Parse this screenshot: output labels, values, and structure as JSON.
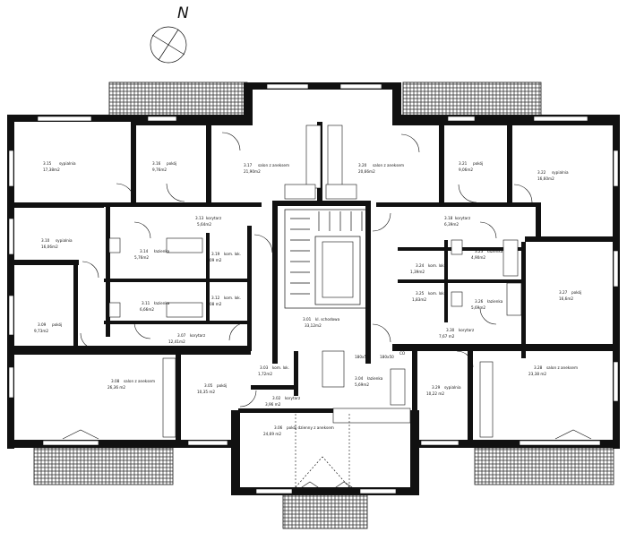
{
  "compass": {
    "north_label": "N"
  },
  "rooms": [
    {
      "id": "r315",
      "code": "3.15",
      "name": "sypialnia",
      "area": "17,38m2"
    },
    {
      "id": "r316a",
      "code": "3.16",
      "name": "pokój",
      "area": "9,76m2"
    },
    {
      "id": "r317a",
      "code": "3.17",
      "name": "salon z aneksem",
      "area": "21,90m2"
    },
    {
      "id": "r320",
      "code": "3.20",
      "name": "salon z aneksem",
      "area": "20,66m2"
    },
    {
      "id": "r321",
      "code": "3.21",
      "name": "pokój",
      "area": "9,06m2"
    },
    {
      "id": "r322",
      "code": "3.22",
      "name": "sypialnia",
      "area": "16,60m2"
    },
    {
      "id": "r310",
      "code": "3.10",
      "name": "sypialnia",
      "area": "16,06m2"
    },
    {
      "id": "r313",
      "code": "3.13",
      "name": "korytarz",
      "area": "5,64m2"
    },
    {
      "id": "r314",
      "code": "3.14",
      "name": "łazienka",
      "area": "5,76m2"
    },
    {
      "id": "r318",
      "code": "3.18",
      "name": "korytarz",
      "area": "6,39m2"
    },
    {
      "id": "r319",
      "code": "3.19",
      "name": "kom. lok.",
      "area": "2,09 m2"
    },
    {
      "id": "r324",
      "code": "3.24",
      "name": "kom. lok.",
      "area": "1,39m2"
    },
    {
      "id": "r323",
      "code": "3.23",
      "name": "łazienka",
      "area": "4,90m2"
    },
    {
      "id": "r309",
      "code": "3.09",
      "name": "pokój",
      "area": "9,73m2"
    },
    {
      "id": "r311",
      "code": "3.11",
      "name": "łazienka",
      "area": "6,66m2"
    },
    {
      "id": "r312",
      "code": "3.12",
      "name": "kom. lok.",
      "area": "2,08 m2"
    },
    {
      "id": "r325",
      "code": "3.25",
      "name": "kom. lok.",
      "area": "1,83m2"
    },
    {
      "id": "r326",
      "code": "3.26",
      "name": "łazienka",
      "area": "5,69m2"
    },
    {
      "id": "r327",
      "code": "3.27",
      "name": "pokój",
      "area": "16,6m2"
    },
    {
      "id": "r301",
      "code": "3.01",
      "name": "kl. schodowa",
      "area": "33,12m2"
    },
    {
      "id": "r307",
      "code": "3.07",
      "name": "korytarz",
      "area": "12,41m2"
    },
    {
      "id": "r308",
      "code": "3.08",
      "name": "salon z aneksem",
      "area": "26,36 m2"
    },
    {
      "id": "r305",
      "code": "3.05",
      "name": "pokój",
      "area": "10,35 m2"
    },
    {
      "id": "r303",
      "code": "3.03",
      "name": "kom. lok.",
      "area": "1,72m2"
    },
    {
      "id": "r302",
      "code": "3.02",
      "name": "korytarz",
      "area": "3,96 m2"
    },
    {
      "id": "r306",
      "code": "3.06",
      "name": "pokój dzienny z aneksem",
      "area": "24,69 m2"
    },
    {
      "id": "r304",
      "code": "3.04",
      "name": "łazienka",
      "area": "5,69m2"
    },
    {
      "id": "r329",
      "code": "3.29",
      "name": "sypialnia",
      "area": "10,22 m2"
    },
    {
      "id": "r328",
      "code": "3.28",
      "name": "salon z aneksem",
      "area": "23,38 m2"
    },
    {
      "id": "r330",
      "code": "3.30",
      "name": "korytarz",
      "area": "7,67 m2"
    }
  ],
  "small_marks": {
    "mark_1": "180x50",
    "mark_2": "180x50",
    "mark_3": "CO"
  }
}
